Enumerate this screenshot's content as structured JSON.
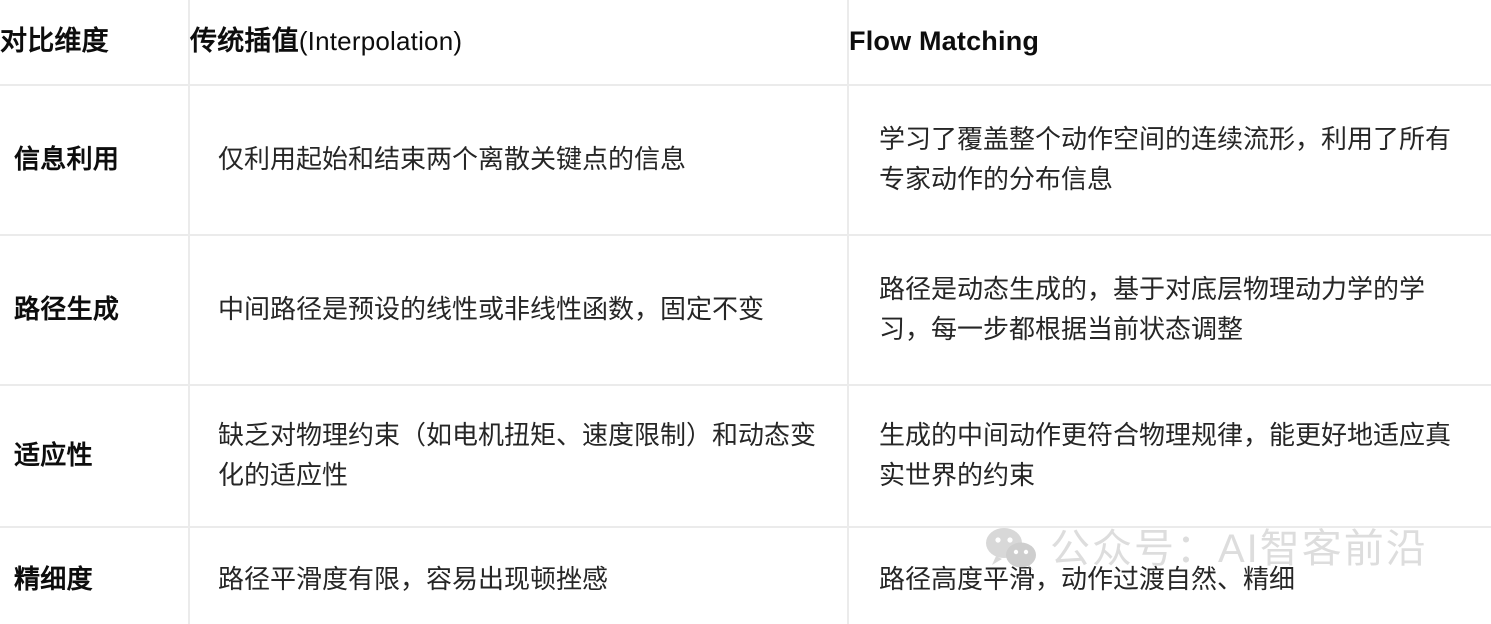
{
  "table": {
    "headers": {
      "dimension": "对比维度",
      "interpolation_cn": "传统插值",
      "interpolation_en": "(Interpolation)",
      "flow_matching": "Flow Matching"
    },
    "rows": [
      {
        "dimension": "信息利用",
        "interpolation": "仅利用起始和结束两个离散关键点的信息",
        "flow_matching": "学习了覆盖整个动作空间的连续流形，利用了所有专家动作的分布信息"
      },
      {
        "dimension": "路径生成",
        "interpolation": "中间路径是预设的线性或非线性函数，固定不变",
        "flow_matching": "路径是动态生成的，基于对底层物理动力学的学习，每一步都根据当前状态调整"
      },
      {
        "dimension": "适应性",
        "interpolation": "缺乏对物理约束（如电机扭矩、速度限制）和动态变化的适应性",
        "flow_matching": "生成的中间动作更符合物理规律，能更好地适应真实世界的约束"
      },
      {
        "dimension": "精细度",
        "interpolation": "路径平滑度有限，容易出现顿挫感",
        "flow_matching": "路径高度平滑，动作过渡自然、精细"
      }
    ]
  },
  "watermark": {
    "text": "公众号：AI智客前沿",
    "icon": "wechat-icon",
    "color": "#bdbdbd"
  },
  "style": {
    "background": "#ffffff",
    "border_color": "#ebebeb",
    "text_color": "#262626",
    "heading_color": "#0d0d0d"
  }
}
